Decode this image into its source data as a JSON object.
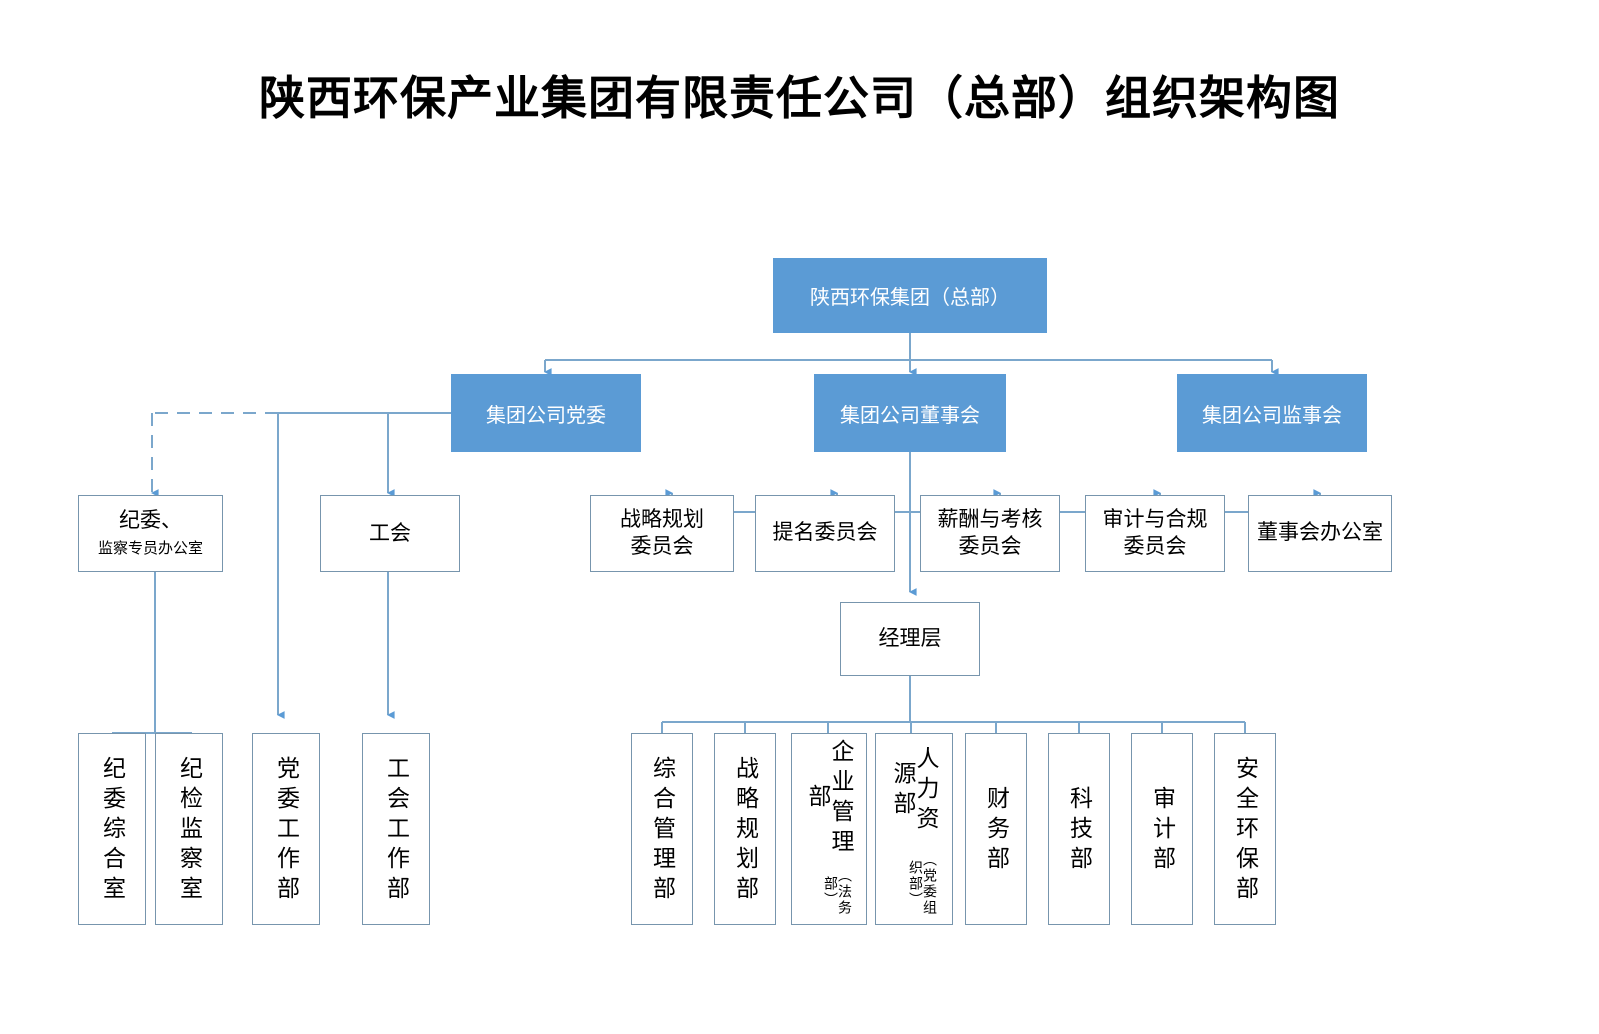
{
  "page": {
    "title": "陕西环保产业集团有限责任公司（总部）组织架构图",
    "accent_blue": "#5B9BD5",
    "line_color": "#7BA7CC",
    "box_border": "#7795ad",
    "background": "#ffffff"
  },
  "root": {
    "label": "陕西环保集团（总部）"
  },
  "level2": [
    {
      "label": "集团公司党委"
    },
    {
      "label": "集团公司董事会"
    },
    {
      "label": "集团公司监事会"
    }
  ],
  "party_branch": {
    "discipline_office": {
      "line1": "纪委、",
      "line2": "监察专员办公室"
    },
    "union": {
      "label": "工会"
    }
  },
  "committees": [
    {
      "line1": "战略规划",
      "line2": "委员会"
    },
    {
      "line1": "提名委员会",
      "line2": ""
    },
    {
      "line1": "薪酬与考核",
      "line2": "委员会"
    },
    {
      "line1": "审计与合规",
      "line2": "委员会"
    },
    {
      "line1": "董事会办公室",
      "line2": ""
    }
  ],
  "management": {
    "label": "经理层"
  },
  "left_departments": [
    {
      "label": "纪委综合室"
    },
    {
      "label": "纪检监察室"
    },
    {
      "label": "党委工作部"
    },
    {
      "label": "工会工作部"
    }
  ],
  "departments": [
    {
      "main": "综合管理部",
      "paren": ""
    },
    {
      "main": "战略规划部",
      "paren": ""
    },
    {
      "main": "企业管理部",
      "paren": "（法务部）"
    },
    {
      "main": "人力资源部",
      "paren": "（党委组织部）"
    },
    {
      "main": "财务部",
      "paren": ""
    },
    {
      "main": "科技部",
      "paren": ""
    },
    {
      "main": "审计部",
      "paren": ""
    },
    {
      "main": "安全环保部",
      "paren": ""
    }
  ]
}
